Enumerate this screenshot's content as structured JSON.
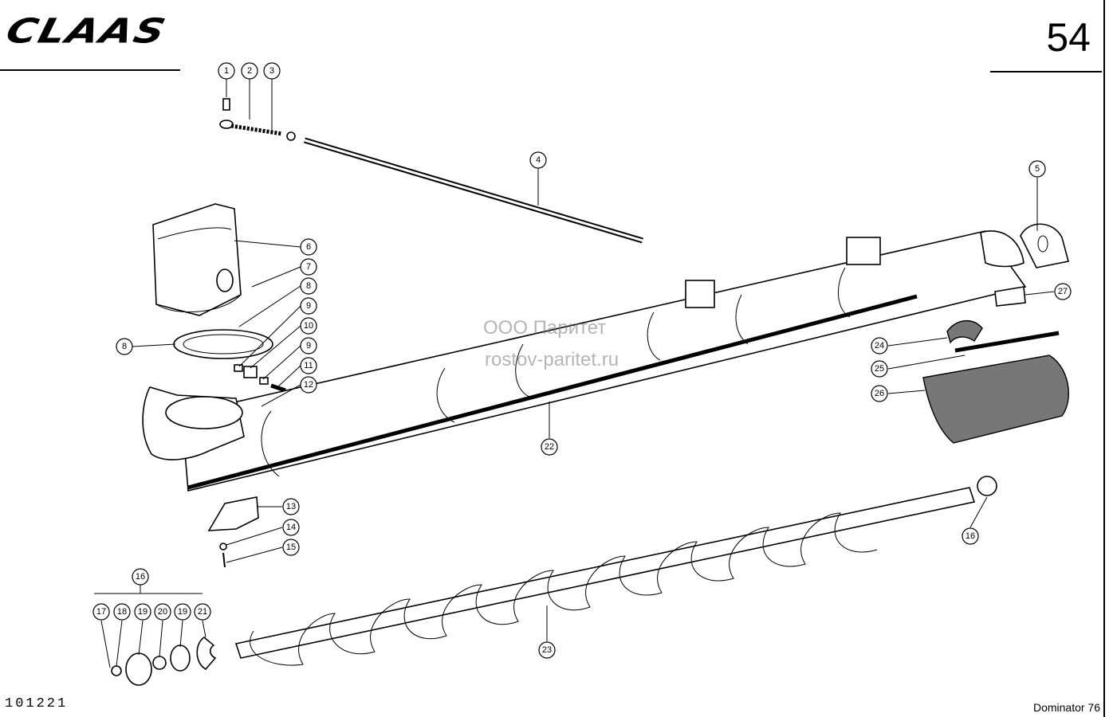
{
  "header": {
    "brand_logo": "CLAAS",
    "page_number": "54"
  },
  "footer": {
    "doc_number": "101221",
    "model": "Dominator 76"
  },
  "watermark": {
    "line1": "ООО Паритет",
    "line2": "rostov-paritet.ru"
  },
  "callouts": [
    {
      "label": "1"
    },
    {
      "label": "2"
    },
    {
      "label": "3"
    },
    {
      "label": "4"
    },
    {
      "label": "5"
    },
    {
      "label": "6"
    },
    {
      "label": "7"
    },
    {
      "label": "8"
    },
    {
      "label": "8"
    },
    {
      "label": "9"
    },
    {
      "label": "10"
    },
    {
      "label": "9"
    },
    {
      "label": "11"
    },
    {
      "label": "12"
    },
    {
      "label": "13"
    },
    {
      "label": "14"
    },
    {
      "label": "15"
    },
    {
      "label": "16"
    },
    {
      "label": "16"
    },
    {
      "label": "17"
    },
    {
      "label": "18"
    },
    {
      "label": "19"
    },
    {
      "label": "20"
    },
    {
      "label": "19"
    },
    {
      "label": "21"
    },
    {
      "label": "22"
    },
    {
      "label": "23"
    },
    {
      "label": "24"
    },
    {
      "label": "25"
    },
    {
      "label": "26"
    },
    {
      "label": "27"
    }
  ]
}
